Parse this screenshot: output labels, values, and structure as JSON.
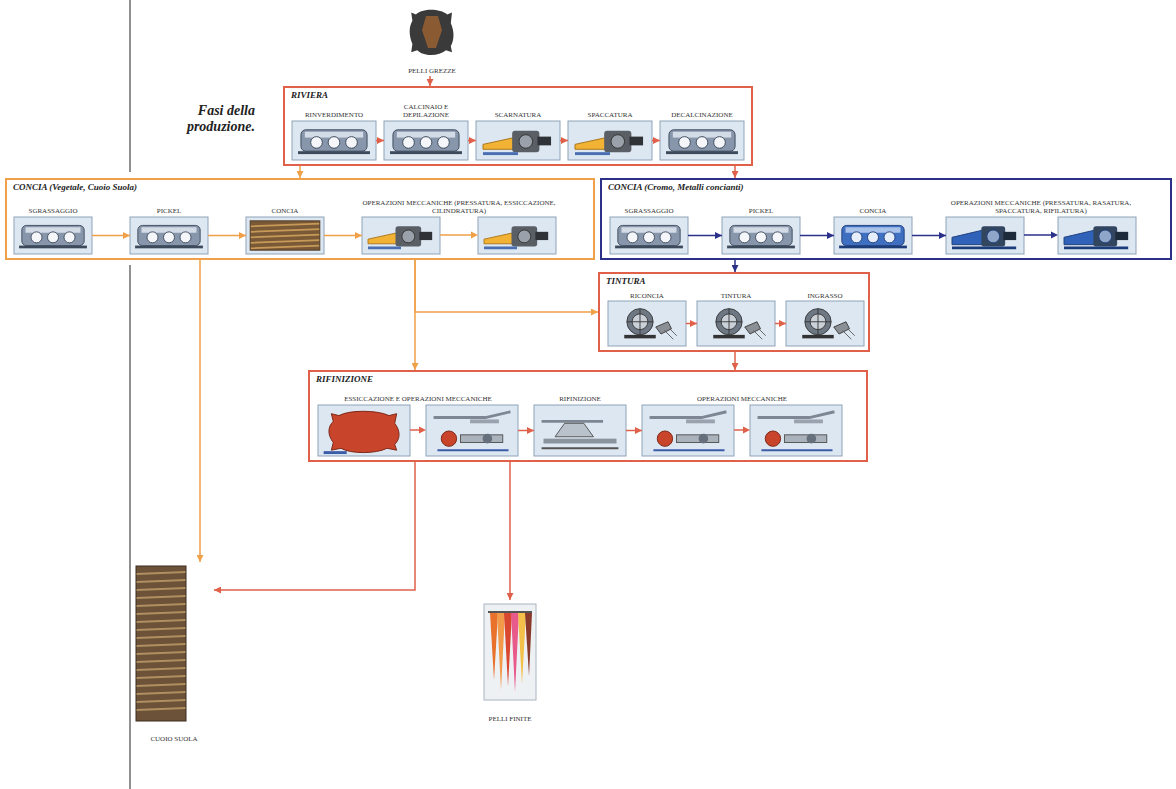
{
  "diagram": {
    "caption": "Fasi della produzione.",
    "nodes": [
      {
        "text": [
          "PELLI GREZZE"
        ]
      },
      {
        "text": [
          "RIVIERA"
        ]
      },
      {
        "text": [
          "RINVERDIMENTO"
        ],
        "in": 1
      },
      {
        "text": [
          "CALCINAIO E DEPILAZIONE"
        ],
        "in": 1
      },
      {
        "text": [
          "SCARNATURA"
        ],
        "in": 1
      },
      {
        "text": [
          "SPACCATURA"
        ],
        "in": 1
      },
      {
        "text": [
          "DECALCINAZIONE"
        ],
        "in": 1
      },
      {
        "text": [
          "CONCIA (Vegetale, Cuoio Suola)"
        ]
      },
      {
        "text": [
          "SGRASSAGGIO"
        ],
        "in": 7
      },
      {
        "text": [
          "PICKEL"
        ],
        "in": 7
      },
      {
        "text": [
          "CONCIA"
        ],
        "in": 7
      },
      {
        "text": [
          "OPERAZIONI MECCANICHE (PRESSATURA, ESSICCAZIONE, CILINDRATURA)"
        ],
        "in": 7
      },
      {
        "text": [
          "CONCIA (Cromo, Metalli concianti)"
        ]
      },
      {
        "text": [
          "SGRASSAGGIO"
        ],
        "in": 12
      },
      {
        "text": [
          "PICKEL"
        ],
        "in": 12
      },
      {
        "text": [
          "CONCIA"
        ],
        "in": 12
      },
      {
        "text": [
          "OPERAZIONI MECCANICHE (PRESSATURA, RASATURA, SPACCATURA, RIFILATURA)"
        ],
        "in": 12
      },
      {
        "text": [
          "TINTURA"
        ]
      },
      {
        "text": [
          "RICONCIA"
        ],
        "in": 17
      },
      {
        "text": [
          "TINTURA"
        ],
        "in": 17
      },
      {
        "text": [
          "INGRASSO"
        ],
        "in": 17
      },
      {
        "text": [
          "RIFINIZIONE"
        ]
      },
      {
        "text": [
          "ESSICCAZIONE E OPERAZIONI MECCANICHE"
        ],
        "in": 21
      },
      {
        "text": [
          "RIFINIZIONE"
        ],
        "in": 21
      },
      {
        "text": [
          "OPERAZIONI MECCANICHE"
        ],
        "in": 21
      },
      {
        "text": [
          "CUOIO SUOLA"
        ]
      },
      {
        "text": [
          "PELLI FINITE"
        ]
      }
    ],
    "edges": [
      {
        "from": 0,
        "to": 1,
        "arrow": "to"
      },
      {
        "from": 2,
        "to": 3,
        "arrow": "to"
      },
      {
        "from": 3,
        "to": 4,
        "arrow": "to"
      },
      {
        "from": 4,
        "to": 5,
        "arrow": "to"
      },
      {
        "from": 5,
        "to": 6,
        "arrow": "to"
      },
      {
        "from": 1,
        "to": 7,
        "arrow": "to"
      },
      {
        "from": 1,
        "to": 12,
        "arrow": "to"
      },
      {
        "from": 8,
        "to": 9,
        "arrow": "to"
      },
      {
        "from": 9,
        "to": 10,
        "arrow": "to"
      },
      {
        "from": 10,
        "to": 11,
        "arrow": "to"
      },
      {
        "from": 13,
        "to": 14,
        "arrow": "to"
      },
      {
        "from": 14,
        "to": 15,
        "arrow": "to"
      },
      {
        "from": 15,
        "to": 16,
        "arrow": "to"
      },
      {
        "from": 7,
        "to": 25,
        "arrow": "to"
      },
      {
        "from": 7,
        "to": 17,
        "arrow": "to"
      },
      {
        "from": 7,
        "to": 21,
        "arrow": "to"
      },
      {
        "from": 12,
        "to": 17,
        "arrow": "to"
      },
      {
        "from": 18,
        "to": 19,
        "arrow": "to"
      },
      {
        "from": 19,
        "to": 20,
        "arrow": "to"
      },
      {
        "from": 17,
        "to": 21,
        "arrow": "to"
      },
      {
        "from": 22,
        "to": 23,
        "arrow": "to"
      },
      {
        "from": 23,
        "to": 24,
        "arrow": "to"
      },
      {
        "from": 21,
        "to": 25,
        "arrow": "to"
      },
      {
        "from": 21,
        "to": 26,
        "arrow": "to"
      }
    ]
  }
}
